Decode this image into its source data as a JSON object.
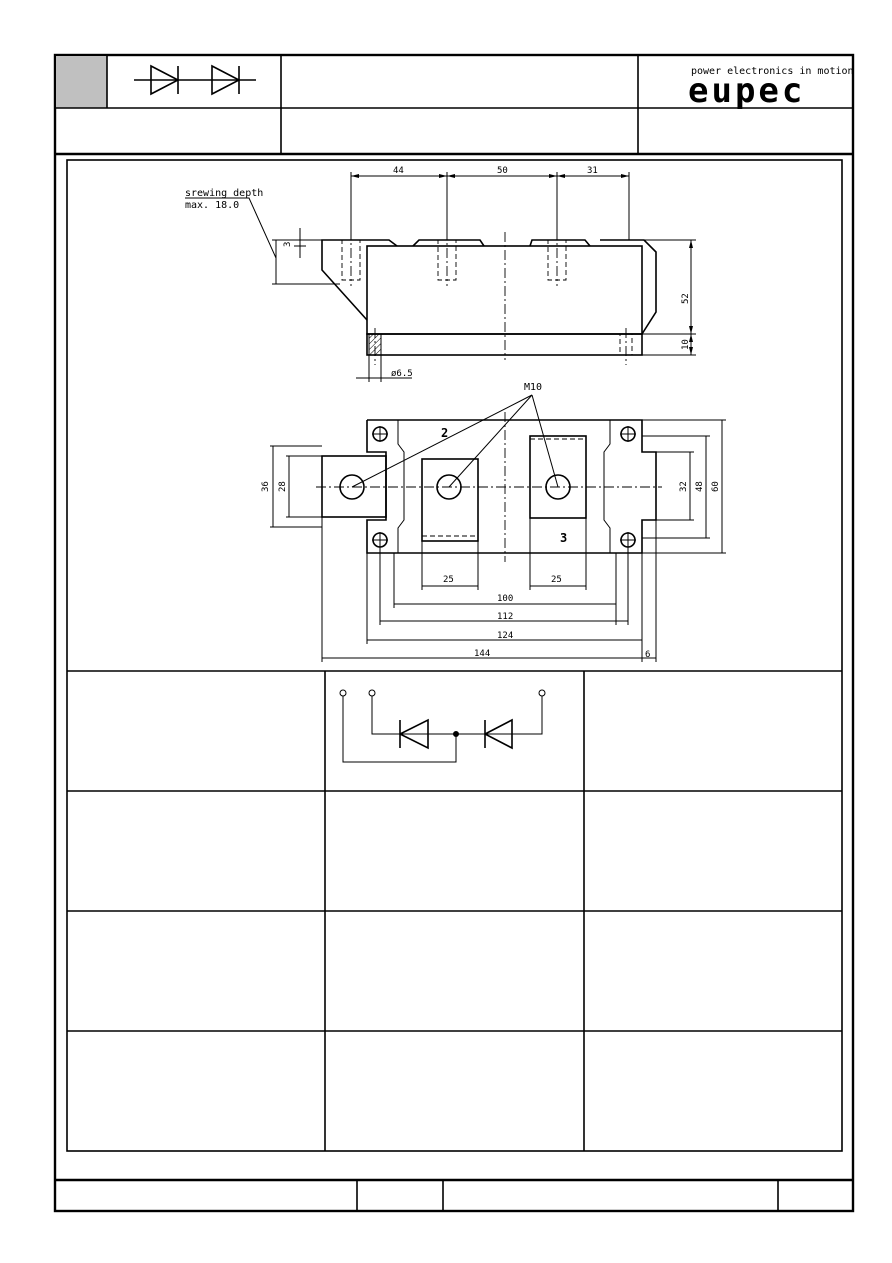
{
  "brand": {
    "tagline": "power electronics in motion",
    "logo": "eupec"
  },
  "drawing": {
    "screw_note_line1": "srewing depth",
    "screw_note_line2": "max. 18.0",
    "thread": "M10",
    "hole": "ø6.5",
    "terminal_2": "2",
    "terminal_3": "3",
    "dims_top": [
      "44",
      "50",
      "31"
    ],
    "dim_height_small": "3",
    "dim_height": "52",
    "dim_base": "10",
    "dims_side_left": [
      "36",
      "28"
    ],
    "dims_side_right": [
      "32",
      "48",
      "60"
    ],
    "dim_tab_left": "25",
    "dim_tab_right": "25",
    "dim_100": "100",
    "dim_112": "112",
    "dim_124": "124",
    "dim_144": "144",
    "dim_6": "6"
  },
  "icons": {
    "header_symbol": "double-diode-icon",
    "schematic": "diode-series-schematic-icon"
  }
}
